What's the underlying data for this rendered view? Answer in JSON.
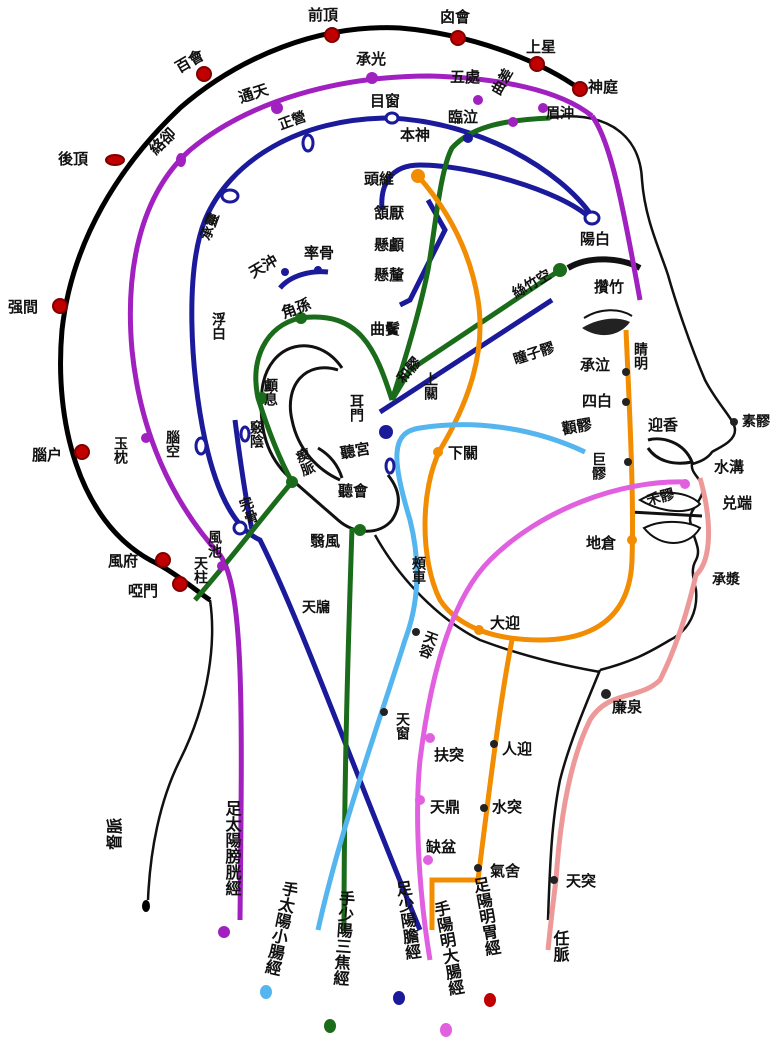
{
  "colors": {
    "du": "#000000",
    "bladder": "#a020c0",
    "gallbladder": "#1a1a9a",
    "sanjiao": "#1a6b1a",
    "stomach": "#f28c00",
    "large_intestine": "#e060e0",
    "small_intestine": "#55b5ee",
    "ren": "#ee9999",
    "point_red": "#c00000",
    "point_blue": "#1a1a9a"
  },
  "head_points": {
    "qianding": "前頂",
    "xinhui": "囟會",
    "baihui": "百會",
    "shangxing": "上星",
    "shenting": "神庭",
    "houding": "後頂",
    "qiangjian": "强間",
    "naohu": "腦户",
    "fengfu": "風府",
    "yamen": "啞門"
  },
  "bladder_points": {
    "chengguang": "承光",
    "tongtian": "通天",
    "luoque": "絡卻",
    "wuchu": "五處",
    "qucha": "曲差",
    "meichong": "眉沖",
    "yuzhen": "玉枕",
    "tianzhu": "天柱",
    "zanzhu": "攢竹",
    "jingming": "睛明"
  },
  "gb_points": {
    "muchuang": "目窗",
    "linqi": "臨泣",
    "zhengying": "正營",
    "chengling": "承靈",
    "benshen": "本神",
    "yangbai": "陽白",
    "touwei": "頭維",
    "hanyan": "頷厭",
    "xuanlu": "懸顱",
    "xuanli": "懸釐",
    "qubin": "曲鬢",
    "tianchong": "天沖",
    "shuaigu": "率骨",
    "fubai": "浮白",
    "qiaoyin": "竅陰",
    "naokong": "腦空",
    "wangu": "完骨",
    "fengchi": "風池",
    "tongziliao": "瞳子髎"
  },
  "sj_points": {
    "sizhukong": "絲竹空",
    "heliao": "和髎",
    "ermen": "耳門",
    "jiaosun": "角孫",
    "luxi": "顱息",
    "qimai": "瘈脈",
    "yifeng": "翳風",
    "tianyou": "天牖"
  },
  "face_points": {
    "shangguan": "上關",
    "tinggong": "聽宮",
    "tinghui": "聽會",
    "xiaguan": "下關",
    "quanliao": "顴髎",
    "juliao": "巨髎",
    "chengqi": "承泣",
    "sibai": "四白",
    "yingxiang": "迎香",
    "suliao": "素髎",
    "shuigou": "水溝",
    "heliao_li": "禾髎",
    "duiduan": "兑端",
    "dicang": "地倉",
    "chengjiang": "承漿",
    "jiache": "頰車",
    "daying": "大迎",
    "lianquan": "廉泉",
    "tianrong": "天容",
    "tianchuang": "天窗"
  },
  "neck_points": {
    "futu": "扶突",
    "renying": "人迎",
    "tianding": "天鼎",
    "shuitu": "水突",
    "quepen": "缺盆",
    "qishe": "氣舍",
    "tiantu": "天突"
  },
  "meridians": {
    "du": "督脈",
    "bladder": "足太陽膀胱經",
    "small_intestine": "手太陽小腸經",
    "sanjiao": "手少陽三焦經",
    "gallbladder": "足少陽膽經",
    "large_intestine": "手陽明大腸經",
    "stomach": "足陽明胃經",
    "ren": "任脈"
  }
}
